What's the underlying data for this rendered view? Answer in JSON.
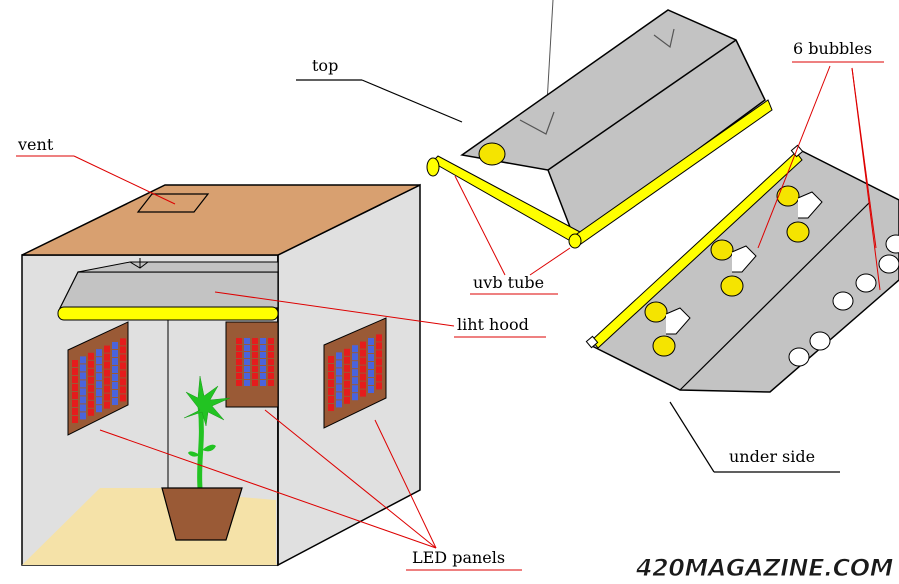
{
  "labels": {
    "vent": "vent",
    "top": "top",
    "bubbles": "6 bubbles",
    "uvb_tube": "uvb tube",
    "light_hood": "liht hood",
    "under_side": "under side",
    "led_panels": "LED panels"
  },
  "watermark": "420MAGAZINE.COM",
  "colors": {
    "lamp_yellow": "#ffff00",
    "bulb_yellow": "#f5e400",
    "hood_gray": "#c3c3c3",
    "box_top": "#d8a070",
    "box_wall": "#e0e0e0",
    "floor": "#f5e2a8",
    "pot": "#9a5a36",
    "plant": "#22c322",
    "panel_frame": "#9a5a36",
    "led_red": "#e41c1c",
    "led_blue": "#4a64dc",
    "leader_line": "#dd0000"
  }
}
